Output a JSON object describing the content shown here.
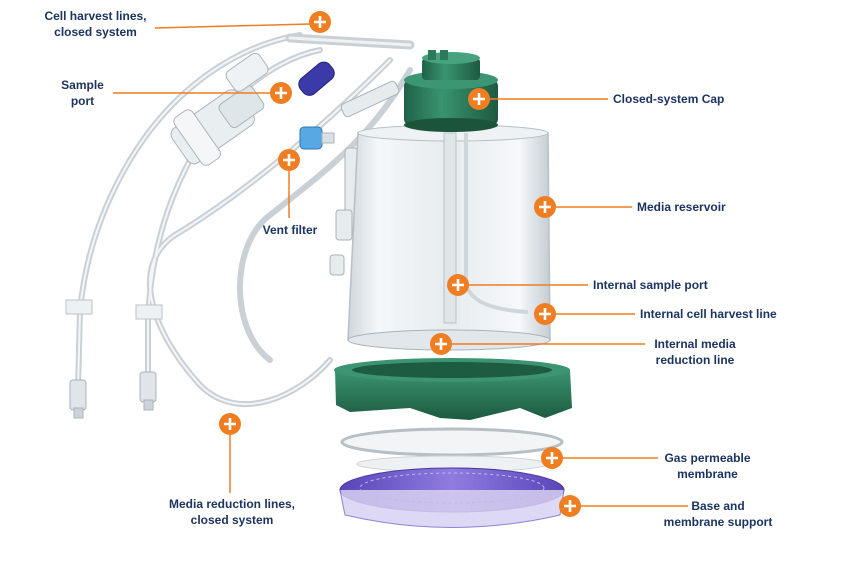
{
  "colors": {
    "accent_orange": "#ef7d22",
    "label_navy": "#1d3461",
    "cap_green": "#2a7a5a",
    "base_purple": "#6e58c8"
  },
  "icons": {
    "hotspot": "plus-in-circle-icon"
  },
  "callouts": [
    {
      "id": "cell-harvest-lines",
      "lines": [
        "Cell harvest lines,",
        "closed system"
      ]
    },
    {
      "id": "sample-port",
      "lines": [
        "Sample",
        "port"
      ]
    },
    {
      "id": "vent-filter",
      "lines": [
        "Vent filter"
      ]
    },
    {
      "id": "media-reduction-lines",
      "lines": [
        "Media reduction lines,",
        "closed system"
      ]
    },
    {
      "id": "closed-system-cap",
      "lines": [
        "Closed-system Cap"
      ]
    },
    {
      "id": "media-reservoir",
      "lines": [
        "Media reservoir"
      ]
    },
    {
      "id": "internal-sample-port",
      "lines": [
        "Internal sample port"
      ]
    },
    {
      "id": "internal-cell-harvest-line",
      "lines": [
        "Internal cell harvest line"
      ]
    },
    {
      "id": "internal-media-reduction-line",
      "lines": [
        "Internal media",
        "reduction line"
      ]
    },
    {
      "id": "gas-permeable-membrane",
      "lines": [
        "Gas permeable",
        "membrane"
      ]
    },
    {
      "id": "base-and-membrane-support",
      "lines": [
        "Base and",
        "membrane support"
      ]
    }
  ]
}
